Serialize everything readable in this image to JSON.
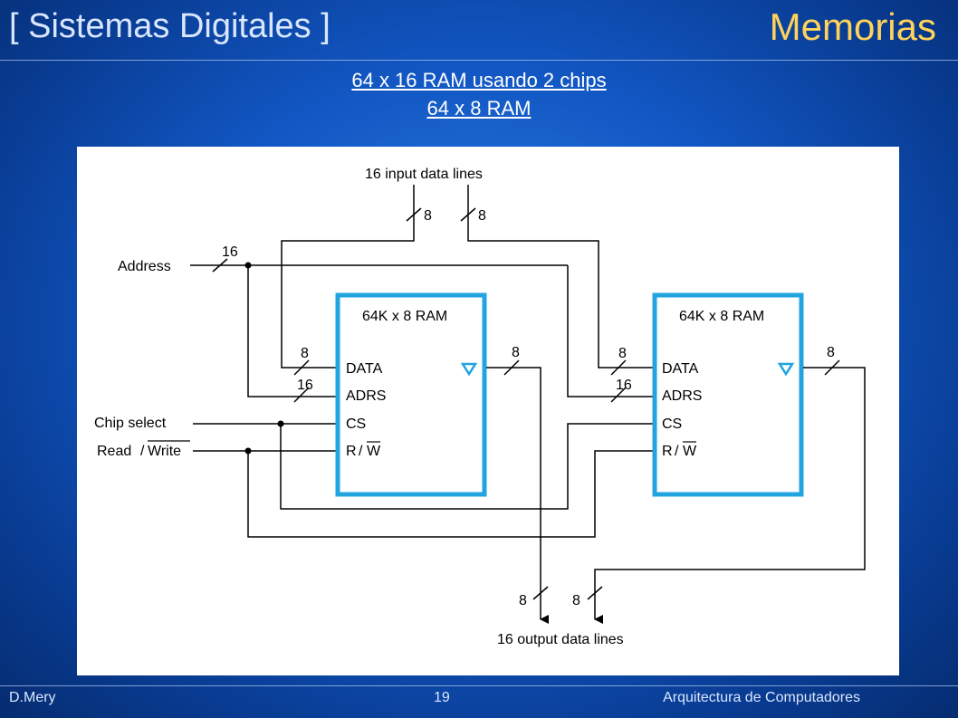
{
  "header": {
    "course": "[ Sistemas Digitales ]",
    "topic": "Memorias"
  },
  "title": {
    "line1": "64 x 16 RAM usando 2 chips",
    "line2": "64 x 8 RAM"
  },
  "diagram": {
    "input_lines_label": "16 input data lines",
    "output_lines_label": "16 output data lines",
    "address_label": "Address",
    "chip_select_label": "Chip select",
    "read_label": "Read",
    "rw_slash": "/",
    "write_label": "Write",
    "bus_in_left": "8",
    "bus_in_right": "8",
    "bus_address": "16",
    "chips": [
      {
        "title": "64K x 8 RAM",
        "data": "DATA",
        "adrs": "ADRS",
        "cs": "CS",
        "r": "R",
        "slash": "/",
        "w": "W",
        "bus_data": "8",
        "bus_adrs": "16",
        "bus_out": "8"
      },
      {
        "title": "64K x 8 RAM",
        "data": "DATA",
        "adrs": "ADRS",
        "cs": "CS",
        "r": "R",
        "slash": "/",
        "w": "W",
        "bus_data": "8",
        "bus_adrs": "16",
        "bus_out": "8"
      }
    ],
    "bus_out_left": "8",
    "bus_out_right": "8",
    "colors": {
      "chip_border": "#21a4e0",
      "wire": "#000000"
    }
  },
  "footer": {
    "author": "D.Mery",
    "page": "19",
    "course_name": "Arquitectura de Computadores"
  }
}
